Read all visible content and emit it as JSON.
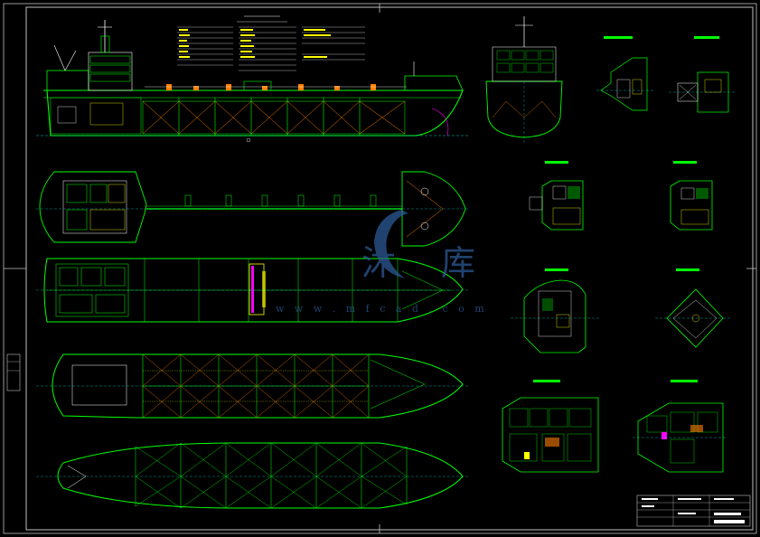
{
  "document": {
    "type": "general arrangement drawing",
    "views": [
      "profile",
      "upper deck plan",
      "main deck plan",
      "tank top plan",
      "double bottom plan",
      "front elevation",
      "deck detail plans",
      "platform plans",
      "title block"
    ]
  },
  "watermark": {
    "char1": "沐",
    "char3": "库",
    "url": "w w w . m f c a d . c o m"
  },
  "colors": {
    "background": "#000000",
    "hull_lines": "#00ff00",
    "frame": "#bfbfbf",
    "tank_diagonals": "#ff7f00",
    "text": "#ffffff",
    "center_line": "#00ffff",
    "watermark": "#2f5f9f"
  }
}
